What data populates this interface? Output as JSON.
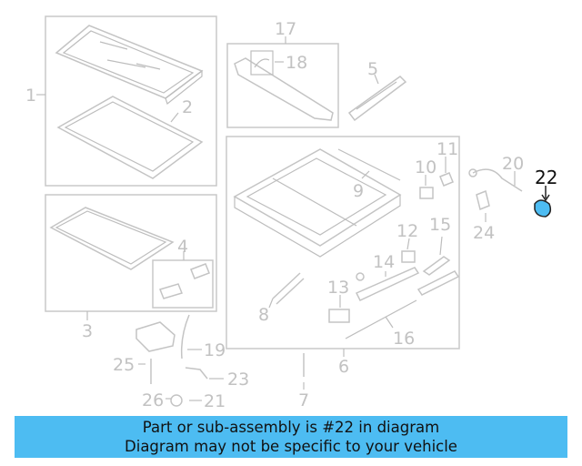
{
  "callouts": [
    "1",
    "2",
    "3",
    "4",
    "5",
    "6",
    "7",
    "8",
    "9",
    "10",
    "11",
    "12",
    "13",
    "14",
    "15",
    "16",
    "17",
    "18",
    "19",
    "20",
    "21",
    "22",
    "23",
    "24",
    "25",
    "26"
  ],
  "highlight": "22",
  "highlight_color": "#4dbcf2",
  "banner": {
    "line1": "Part or sub-assembly is #22 in diagram",
    "line2": "Diagram may not be specific to your vehicle",
    "color": "#4dbcf2"
  }
}
